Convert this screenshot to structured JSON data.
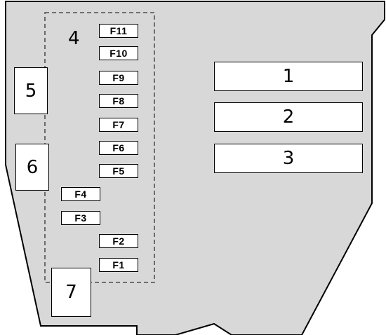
{
  "colors": {
    "panel": "#d8d8d8",
    "stroke": "#000000",
    "box": "#ffffff"
  },
  "group_label": "4",
  "relays": [
    "1",
    "2",
    "3"
  ],
  "side_boxes": [
    "5",
    "6",
    "7"
  ],
  "fuses": [
    "F11",
    "F10",
    "F9",
    "F8",
    "F7",
    "F6",
    "F5",
    "F4",
    "F3",
    "F2",
    "F1"
  ]
}
